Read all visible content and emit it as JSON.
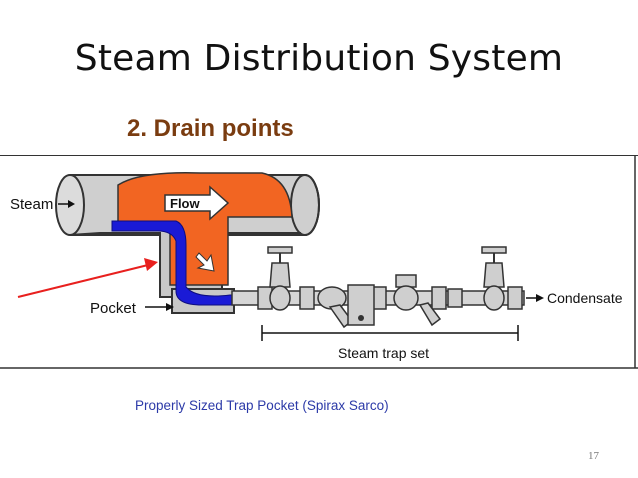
{
  "slide": {
    "title": "Steam Distribution System",
    "subtitle": "2. Drain points",
    "caption": "Properly Sized Trap Pocket (Spirax Sarco)",
    "page_number": "17"
  },
  "diagram": {
    "labels": {
      "steam": "Steam",
      "flow": "Flow",
      "pocket": "Pocket",
      "condensate": "Condensate",
      "trap_set": "Steam trap set"
    },
    "colors": {
      "steam_fill": "#f26522",
      "condensate_fill": "#1a1ad6",
      "pipe_fill": "#c8c8c8",
      "pointer_arrow": "#e8201e",
      "border": "#333333"
    }
  }
}
